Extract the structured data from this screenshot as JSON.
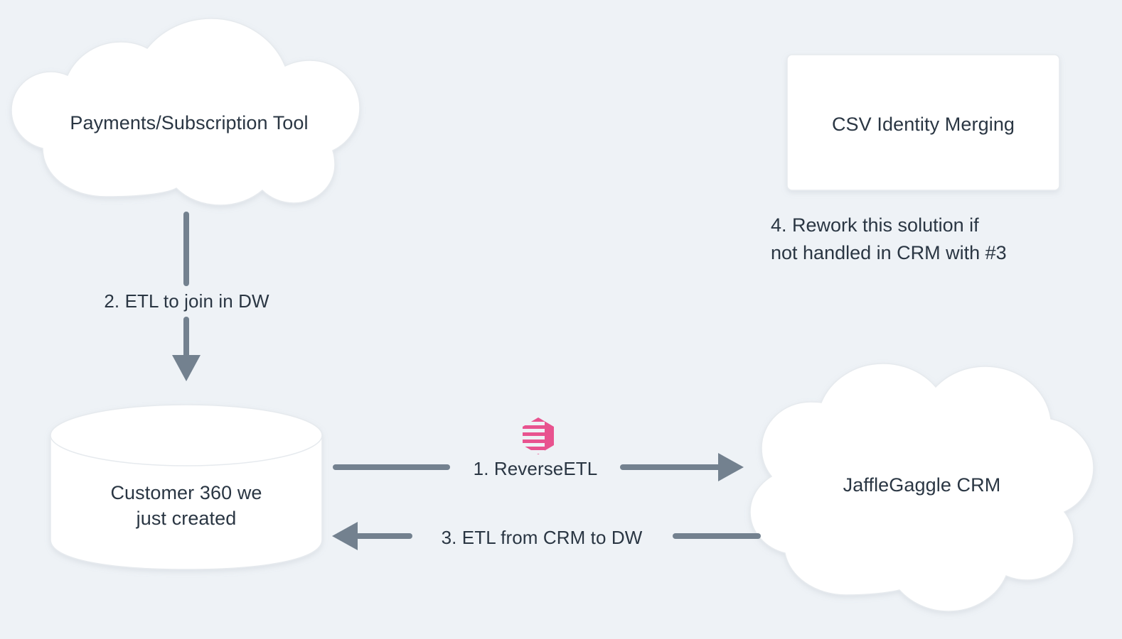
{
  "diagram": {
    "title_text_color": "#2a3643",
    "background_color": "#eef2f6",
    "node_fill_color": "#ffffff",
    "arrow_color": "#73818f",
    "accent_color": "#e8538f",
    "nodes": {
      "payments_cloud": {
        "label": "Payments/Subscription Tool",
        "shape": "cloud"
      },
      "csv_box": {
        "label": "CSV Identity Merging",
        "shape": "rectangle"
      },
      "warehouse_cylinder": {
        "label": "Customer 360 we\njust created",
        "shape": "cylinder"
      },
      "crm_cloud": {
        "label": "JaffleGaggle CRM",
        "shape": "cloud"
      }
    },
    "edges": {
      "etl_join": {
        "label": "2. ETL to join in DW",
        "direction": "down",
        "from": "payments_cloud",
        "to": "warehouse_cylinder"
      },
      "reverse_etl": {
        "label": "1. ReverseETL",
        "direction": "right",
        "from": "warehouse_cylinder",
        "to": "crm_cloud"
      },
      "etl_from_crm": {
        "label": "3. ETL from CRM to DW",
        "direction": "left",
        "from": "crm_cloud",
        "to": "warehouse_cylinder"
      }
    },
    "annotations": {
      "rework_note": "4. Rework this solution if\nnot handled in CRM with #3"
    },
    "icons": {
      "hightouch_logo": "hightouch-logo-icon"
    }
  }
}
